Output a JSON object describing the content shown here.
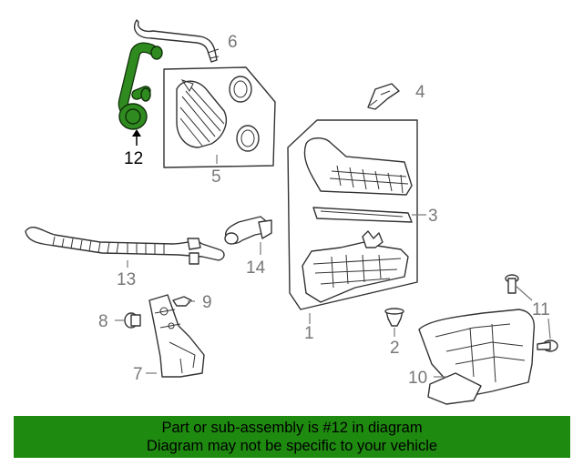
{
  "diagram": {
    "highlight_color": "#2f8a1f",
    "callouts": [
      {
        "id": "1",
        "label": "1"
      },
      {
        "id": "2",
        "label": "2"
      },
      {
        "id": "3",
        "label": "3"
      },
      {
        "id": "4",
        "label": "4"
      },
      {
        "id": "5",
        "label": "5"
      },
      {
        "id": "6",
        "label": "6"
      },
      {
        "id": "7",
        "label": "7"
      },
      {
        "id": "8",
        "label": "8"
      },
      {
        "id": "9",
        "label": "9"
      },
      {
        "id": "10",
        "label": "10"
      },
      {
        "id": "11",
        "label": "11"
      },
      {
        "id": "12",
        "label": "12",
        "highlighted": true
      },
      {
        "id": "13",
        "label": "13"
      },
      {
        "id": "14",
        "label": "14"
      }
    ]
  },
  "banner": {
    "line1": "Part or sub-assembly is #12 in diagram",
    "line2": "Diagram may not be specific to your vehicle",
    "background": "#1f8a10"
  }
}
